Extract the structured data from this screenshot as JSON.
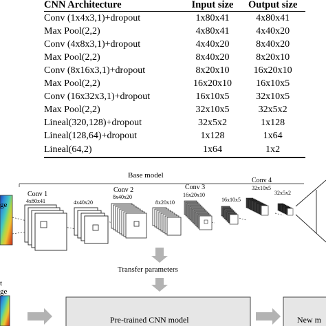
{
  "table": {
    "headers": [
      "CNN Architecture",
      "Input size",
      "Output size"
    ],
    "rows": [
      [
        "Conv (1x4x3,1)+dropout",
        "1x80x41",
        "4x80x41"
      ],
      [
        "Max Pool(2,2)",
        "4x80x41",
        "4x40x20"
      ],
      [
        "Conv (4x8x3,1)+dropout",
        "4x40x20",
        "8x40x20"
      ],
      [
        "Max Pool(2,2)",
        "8x40x20",
        "8x20x10"
      ],
      [
        "Conv (8x16x3,1)+dropout",
        "8x20x10",
        "16x20x10"
      ],
      [
        "Max Pool(2,2)",
        "16x20x10",
        "16x10x5"
      ],
      [
        "Conv (16x32x3,1)+dropout",
        "16x10x5",
        "32x10x5"
      ],
      [
        "Max Pool(2,2)",
        "32x10x5",
        "32x5x2"
      ],
      [
        "Lineal(320,128)+dropout",
        "32x5x2",
        "1x128"
      ],
      [
        "Lineal(128,64)+dropout",
        "1x128",
        "1x64"
      ],
      [
        "Lineal(64,2)",
        "1x64",
        "1x2"
      ]
    ]
  },
  "diagram": {
    "base_model_label": "Base model",
    "conv1_label": "Conv 1",
    "conv1_size": "4x80x41",
    "pool1_size": "4x40x20",
    "conv2_label": "Conv 2",
    "conv2_size": "8x40x20",
    "pool2_size": "8x20x10",
    "conv3_label": "Conv 3",
    "conv3_size": "16x20x10",
    "pool3_size": "16x10x5",
    "conv4_label": "Conv 4",
    "conv4_size": "32x10x5",
    "pool4_size": "32x5x2",
    "left_label_top": "ge",
    "left_label_bottom_1": "t",
    "left_label_bottom_2": "ge",
    "transfer_label": "Transfer parameters",
    "pretrained_label": "Pre-trained CNN model",
    "new_model_label": "New m"
  },
  "colors": {
    "spectrogram": [
      "#1a3fb0",
      "#2f8fd8",
      "#45c8c0",
      "#a8d84a",
      "#f0c030",
      "#e06a20",
      "#c82a18"
    ],
    "arrow_fill": "#b3b3b3",
    "box_fill": "#e6e6e6"
  }
}
